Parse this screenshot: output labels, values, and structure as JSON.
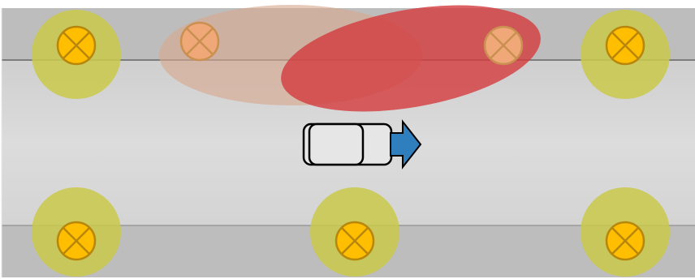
{
  "diagram": {
    "colors": {
      "sidewalk": "#bdbdbd",
      "road": "#d8d8d8",
      "curb_line": "#7d7d7d",
      "halo": "#c9c94a",
      "lamp_fill": "#ffbf00",
      "lamp_stroke": "#b8860b",
      "lamp_inactive_fill": "#f0a878",
      "beam_left": "#d8a890",
      "beam_right": "#d33b3d",
      "vehicle_body": "#e6e6e6",
      "vehicle_stroke": "#000000",
      "arrow": "#2f7fbf"
    },
    "streetlights": [
      {
        "name": "top-left",
        "state": "on"
      },
      {
        "name": "top-right",
        "state": "on"
      },
      {
        "name": "bottom-left",
        "state": "on"
      },
      {
        "name": "bottom-middle",
        "state": "on"
      },
      {
        "name": "bottom-right",
        "state": "on"
      }
    ],
    "adaptive_lamps": [
      {
        "name": "left",
        "beam": "low"
      },
      {
        "name": "right",
        "beam": "high"
      }
    ],
    "vehicle": {
      "direction": "right",
      "icon": "car-icon",
      "arrow_icon": "arrow-right-icon"
    }
  }
}
